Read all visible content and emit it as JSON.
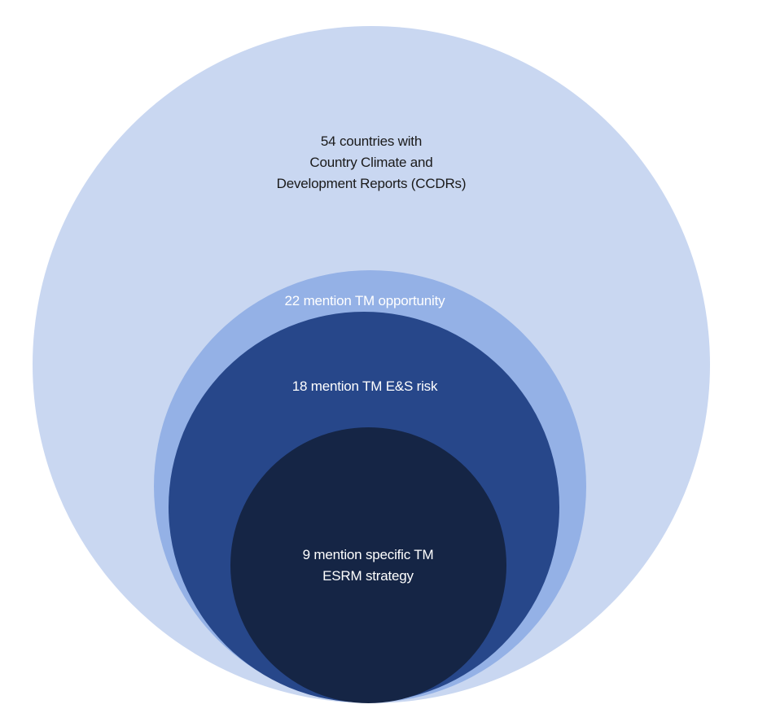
{
  "diagram": {
    "circles": [
      {
        "id": "outer",
        "lines": [
          "54 countries with",
          "Country Climate and",
          "Development Reports (CCDRs)"
        ],
        "color": "#c9d7f1",
        "text_color": "#1a1a1a"
      },
      {
        "id": "opportunity",
        "lines": [
          "22 mention TM opportunity"
        ],
        "color": "#94b1e6",
        "text_color": "#ffffff"
      },
      {
        "id": "risk",
        "lines": [
          "18 mention TM E&S risk"
        ],
        "color": "#27478a",
        "text_color": "#ffffff"
      },
      {
        "id": "strategy",
        "lines": [
          "9 mention specific TM",
          "ESRM strategy"
        ],
        "color": "#152545",
        "text_color": "#ffffff"
      }
    ]
  }
}
